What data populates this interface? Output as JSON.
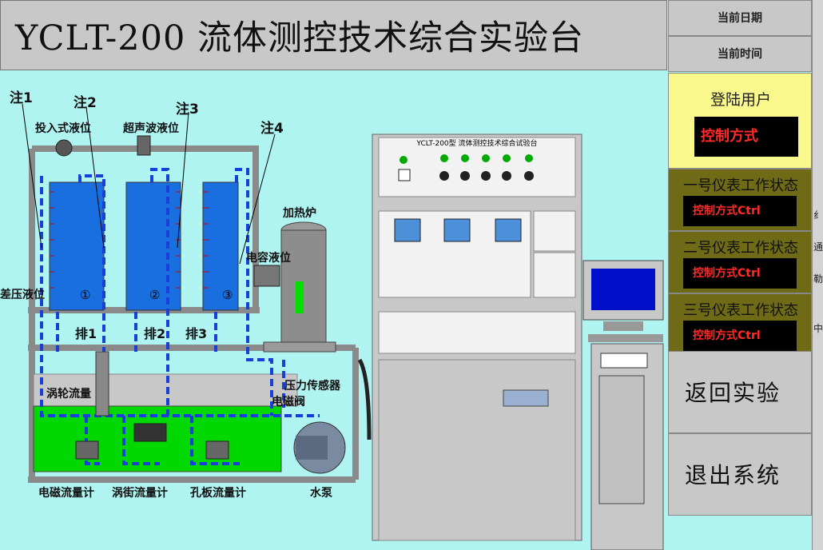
{
  "title": "YCLT-200  流体测控技术综合实验台",
  "right_panel": {
    "date_label": "当前日期",
    "time_label": "当前时间",
    "user_label": "登陆用户",
    "control_mode": "控制方式",
    "instruments": [
      {
        "label": "一号仪表工作状态",
        "status": "控制方式Ctrl"
      },
      {
        "label": "二号仪表工作状态",
        "status": "控制方式Ctrl"
      },
      {
        "label": "三号仪表工作状态",
        "status": "控制方式Ctrl"
      }
    ],
    "return_button": "返回实验",
    "exit_button": "退出系统"
  },
  "notes": [
    "注1",
    "注2",
    "注3",
    "注4"
  ],
  "labels": {
    "immersion_level": "投入式液位",
    "ultrasonic_level": "超声波液位",
    "heater": "加热炉",
    "capacitive_level": "电容液位",
    "diff_pressure_level": "差压液位",
    "drain1": "排1",
    "drain2": "排2",
    "drain3": "排3",
    "turbine_flow": "涡轮流量",
    "pressure_sensor": "压力传感器",
    "solenoid_valve": "电磁阀",
    "em_flowmeter": "电磁流量计",
    "vortex_flowmeter": "涡街流量计",
    "orifice_flowmeter": "孔板流量计",
    "pump": "水泵",
    "tank_numbers": [
      "①",
      "②",
      "③"
    ],
    "cabinet_title": "YCLT-200型 流体测控技术综合试验台"
  },
  "edge_chars": [
    "纟",
    "通",
    "勒",
    "中"
  ],
  "colors": {
    "background": "#b0f4f2",
    "panel_gray": "#c8c8c8",
    "user_yellow": "#f8f88c",
    "status_olive": "#6e6a16",
    "alarm_red": "#ff2a2a",
    "tank_blue": "#1a6fe0",
    "water_green": "#00d800"
  }
}
